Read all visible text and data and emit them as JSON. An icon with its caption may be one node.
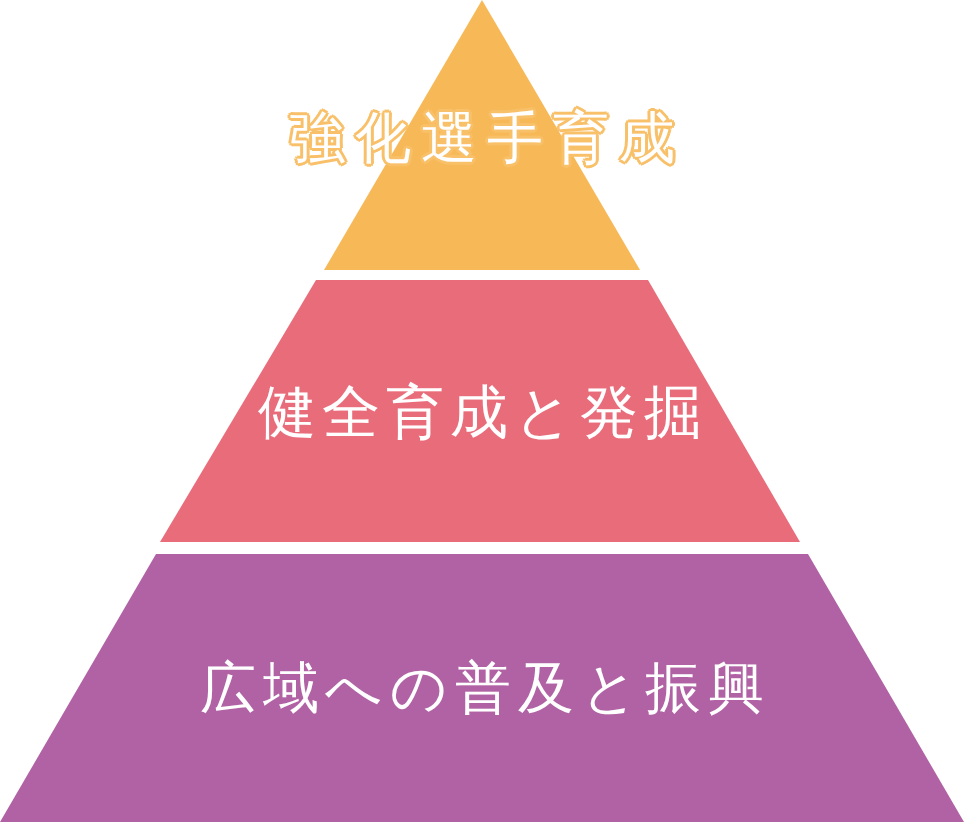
{
  "diagram": {
    "nodes": [
      {
        "text": [
          "強化選手育成"
        ]
      },
      {
        "text": [
          "健全育成と発掘"
        ]
      },
      {
        "text": [
          "広域への普及と振興"
        ]
      }
    ]
  }
}
